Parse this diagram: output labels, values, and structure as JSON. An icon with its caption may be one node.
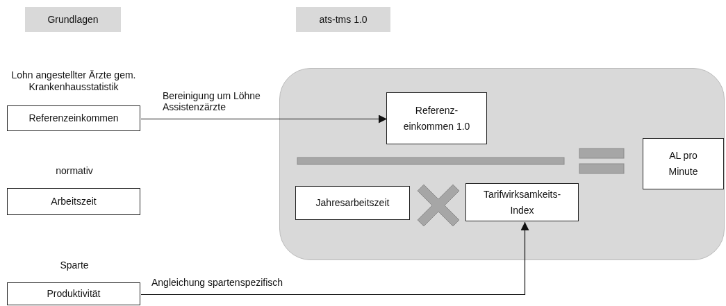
{
  "diagram": {
    "nodes": [
      {
        "text": [
          "Grundlagen"
        ]
      },
      {
        "text": [
          "ats-tms 1.0"
        ]
      },
      {
        "text": [
          "Referenzeinkommen"
        ],
        "beside": [
          "Lohn angestellter Ärzte gem. Krankenhausstatistik"
        ]
      },
      {
        "text": [
          "Arbeitszeit"
        ],
        "beside": [
          "normativ"
        ]
      },
      {
        "text": [
          "Produktivität"
        ],
        "beside": [
          "Sparte"
        ]
      },
      {
        "text": [],
        "shape": "box"
      },
      {
        "text": [
          "Referenz- einkommen 1.0"
        ],
        "in": 5
      },
      {
        "text": [
          "Jahresarbeitszeit"
        ],
        "in": 5
      },
      {
        "text": [
          "Tarifwirksamkeits- Index"
        ],
        "in": 5
      },
      {
        "text": [
          "AL pro Minute"
        ],
        "in": 5
      }
    ],
    "edges": [
      {
        "from": 2,
        "to": 6,
        "arrow": "to",
        "label": "Bereinigung um Löhne Assistenzärzte"
      },
      {
        "from": 4,
        "to": 8,
        "arrow": "to",
        "label": "Angleichung spartenspezifisch"
      }
    ]
  }
}
